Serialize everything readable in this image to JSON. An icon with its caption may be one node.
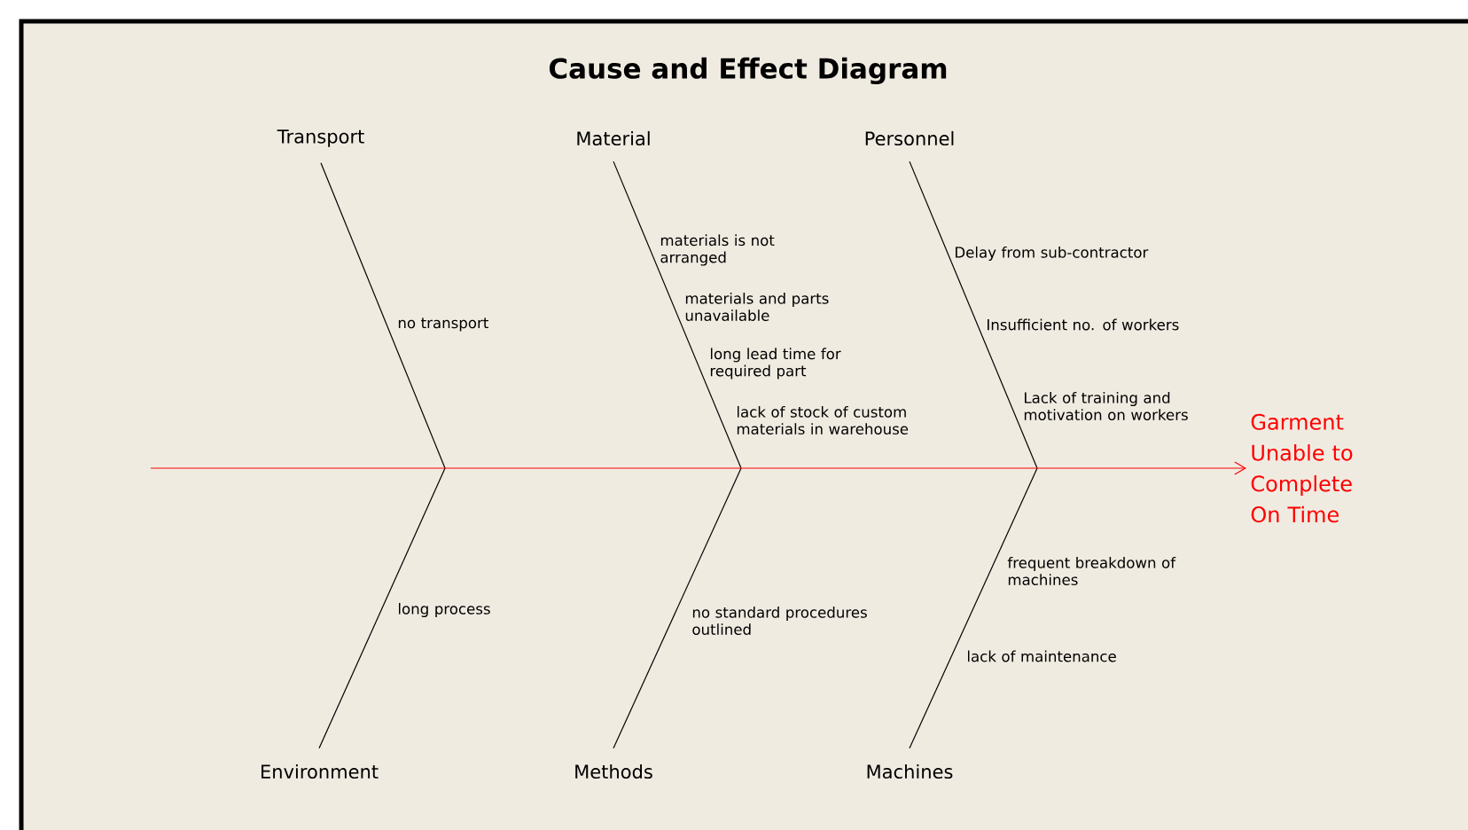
{
  "diagram": {
    "title": "Cause and Effect Diagram",
    "nodes": [
      {
        "text": [
          "Transport"
        ]
      },
      {
        "text": [
          "Material"
        ]
      },
      {
        "text": [
          "Personnel"
        ]
      },
      {
        "text": [
          "Environment"
        ]
      },
      {
        "text": [
          "Methods"
        ]
      },
      {
        "text": [
          "Machines"
        ]
      },
      {
        "text": [
          "Garment Unable to Complete On Time"
        ]
      }
    ],
    "edges": [
      {
        "from": 0,
        "to": null,
        "arrow": "none"
      },
      {
        "from": 1,
        "to": null,
        "arrow": "none"
      },
      {
        "from": 2,
        "to": null,
        "arrow": "none"
      },
      {
        "from": 3,
        "to": null,
        "arrow": "none"
      },
      {
        "from": 4,
        "to": null,
        "arrow": "none"
      },
      {
        "from": 5,
        "to": null,
        "arrow": "none"
      },
      {
        "from": null,
        "to": 6,
        "arrow": "to",
        "color": "#ff0000"
      }
    ],
    "labels": [
      "materials is not arranged",
      "Delay from sub-contractor",
      "materials and parts unavailable",
      "no transport",
      "Insufficient no. of workers",
      "long lead time for required part",
      "Lack of training and motivation on workers",
      "lack of stock of custom materials in warehouse",
      "frequent breakdown of machines",
      "long process",
      "no standard procedures outlined",
      "lack of maintenance"
    ]
  }
}
